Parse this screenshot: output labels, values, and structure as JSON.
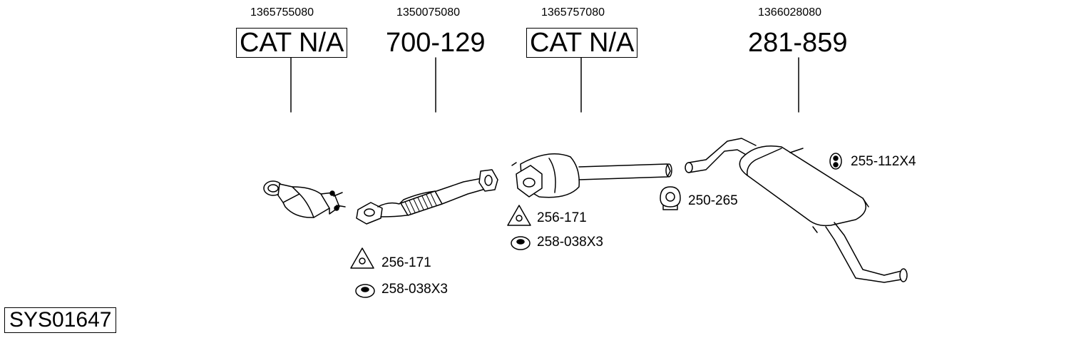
{
  "parts": [
    {
      "oem": "1365755080",
      "label": "CAT N/A"
    },
    {
      "oem": "1350075080",
      "label": "700-129"
    },
    {
      "oem": "1365757080",
      "label": "CAT N/A"
    },
    {
      "oem": "1366028080",
      "label": "281-859"
    }
  ],
  "accessories": {
    "gasket_front": "256-171",
    "nut_front": "258-038X3",
    "gasket_mid": "256-171",
    "nut_mid": "258-038X3",
    "clamp": "250-265",
    "rubber_mount": "255-112X4"
  },
  "system_code": "SYS01647"
}
